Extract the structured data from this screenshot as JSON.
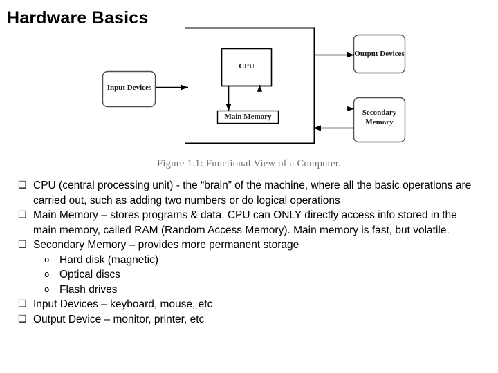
{
  "slide": {
    "title": "Hardware Basics"
  },
  "diagram": {
    "caption": "Figure 1.1: Functional View of a Computer.",
    "nodes": {
      "input_devices": "Input Devices",
      "cpu": "CPU",
      "main_memory": "Main Memory",
      "output_devices": "Output Devices",
      "secondary_memory_line1": "Secondary",
      "secondary_memory_line2": "Memory"
    },
    "colors": {
      "stroke": "#000000",
      "caption": "#6f6f6f",
      "label": "#1a1a1a"
    }
  },
  "content": {
    "bullets": [
      {
        "marker": "❑",
        "text": "CPU (central processing unit)  -  the “brain” of the machine, where all the basic operations are carried out, such as adding two numbers or do logical operations"
      },
      {
        "marker": "❑",
        "text": "Main Memory – stores programs & data.  CPU can ONLY directly access info stored in the main memory, called RAM (Random Access Memory). Main memory is fast, but volatile."
      },
      {
        "marker": "❑",
        "text": "Secondary Memory – provides more permanent storage"
      },
      {
        "marker": "❑",
        "text": "Input Devices – keyboard, mouse, etc"
      },
      {
        "marker": "❑",
        "text": "Output Device – monitor, printer, etc"
      }
    ],
    "sub_bullets": [
      {
        "marker": "o",
        "text": "Hard disk (magnetic)"
      },
      {
        "marker": "o",
        "text": "Optical discs"
      },
      {
        "marker": "o",
        "text": "Flash drives"
      }
    ]
  }
}
